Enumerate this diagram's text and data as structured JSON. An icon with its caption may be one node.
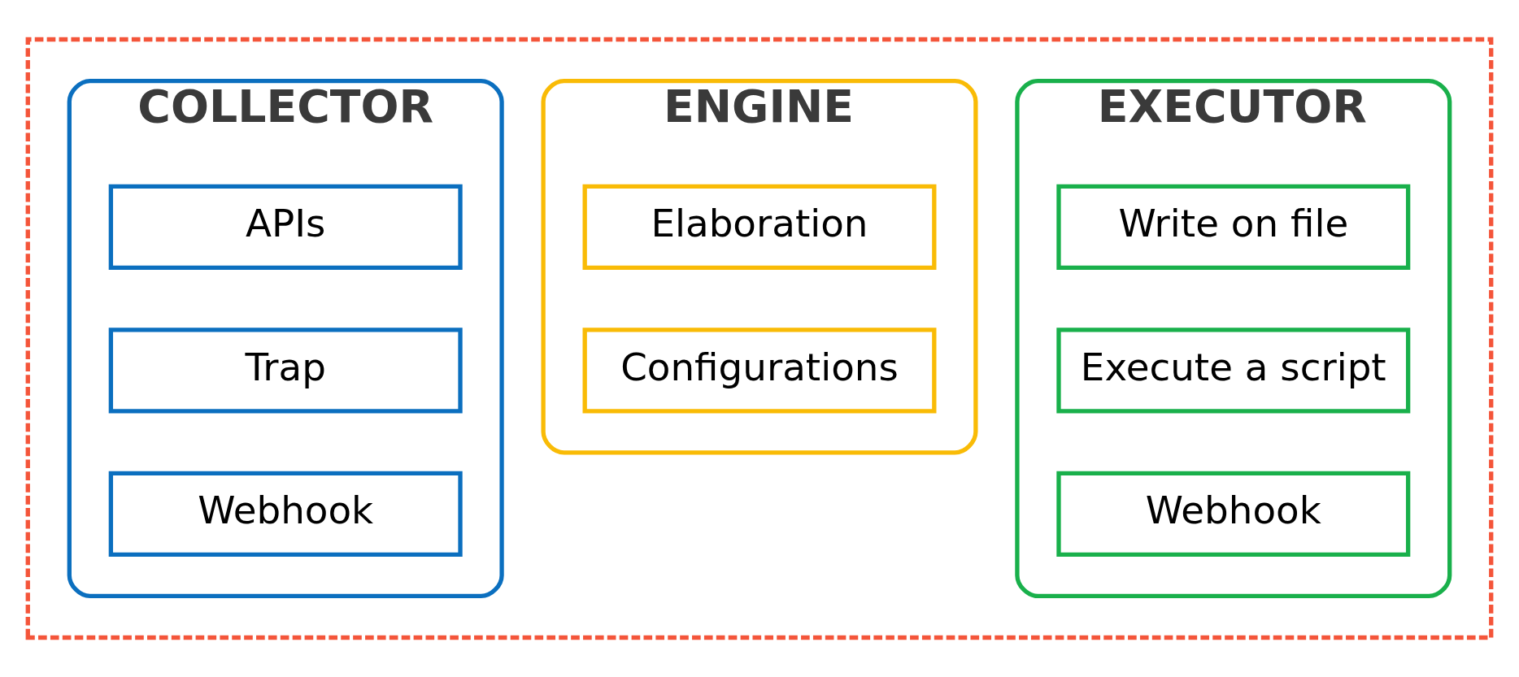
{
  "diagram": {
    "nodes": [
      {
        "text": [],
        "shape": "box"
      },
      {
        "text": [
          "COLLECTOR"
        ],
        "in": 0
      },
      {
        "text": [
          "APIs"
        ],
        "in": 1
      },
      {
        "text": [
          "Trap"
        ],
        "in": 1
      },
      {
        "text": [
          "Webhook"
        ],
        "in": 1
      },
      {
        "text": [
          "ENGINE"
        ],
        "in": 0
      },
      {
        "text": [
          "Elaboration"
        ],
        "in": 5
      },
      {
        "text": [
          "Configurations"
        ],
        "in": 5
      },
      {
        "text": [
          "EXECUTOR"
        ],
        "in": 0
      },
      {
        "text": [
          "Write on file"
        ],
        "in": 8
      },
      {
        "text": [
          "Execute a script"
        ],
        "in": 8
      },
      {
        "text": [
          "Webhook"
        ],
        "in": 8
      }
    ]
  }
}
